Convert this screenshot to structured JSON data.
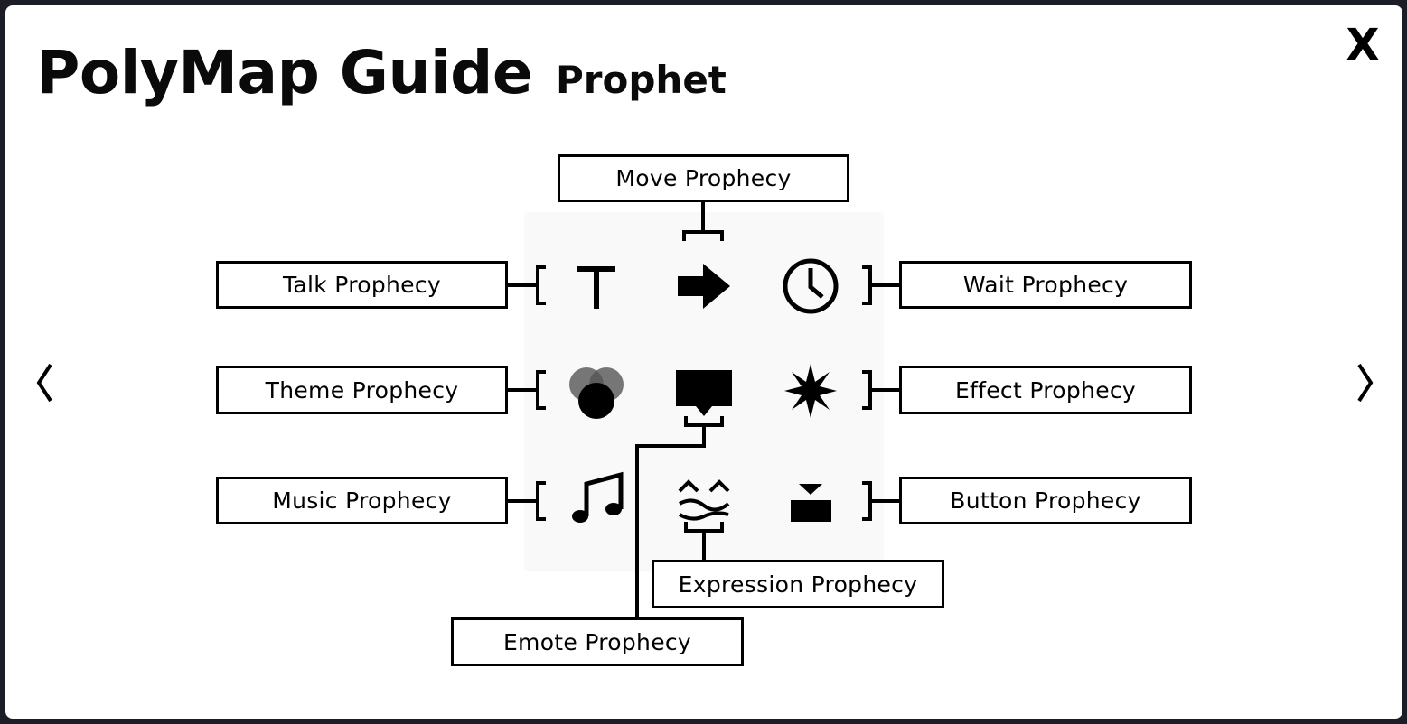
{
  "guide": {
    "title": "PolyMap Guide",
    "subtitle": "Prophet",
    "close_label": "X"
  },
  "icons": {
    "talk": "text-T-icon",
    "move": "arrow-right-icon",
    "wait": "clock-icon",
    "theme": "overlapping-circles-icon",
    "emote": "speech-bubble-icon",
    "effect": "starburst-icon",
    "music": "music-note-icon",
    "expression": "face-expression-icon",
    "button": "push-button-icon"
  },
  "prophecies": {
    "move": "Move Prophecy",
    "talk": "Talk Prophecy",
    "wait": "Wait Prophecy",
    "theme": "Theme Prophecy",
    "effect": "Effect Prophecy",
    "music": "Music Prophecy",
    "button": "Button Prophecy",
    "expression": "Expression Prophecy",
    "emote": "Emote Prophecy"
  },
  "colors": {
    "backdrop": "#1b1e26",
    "modal": "#ffffff",
    "ink": "#000000"
  }
}
